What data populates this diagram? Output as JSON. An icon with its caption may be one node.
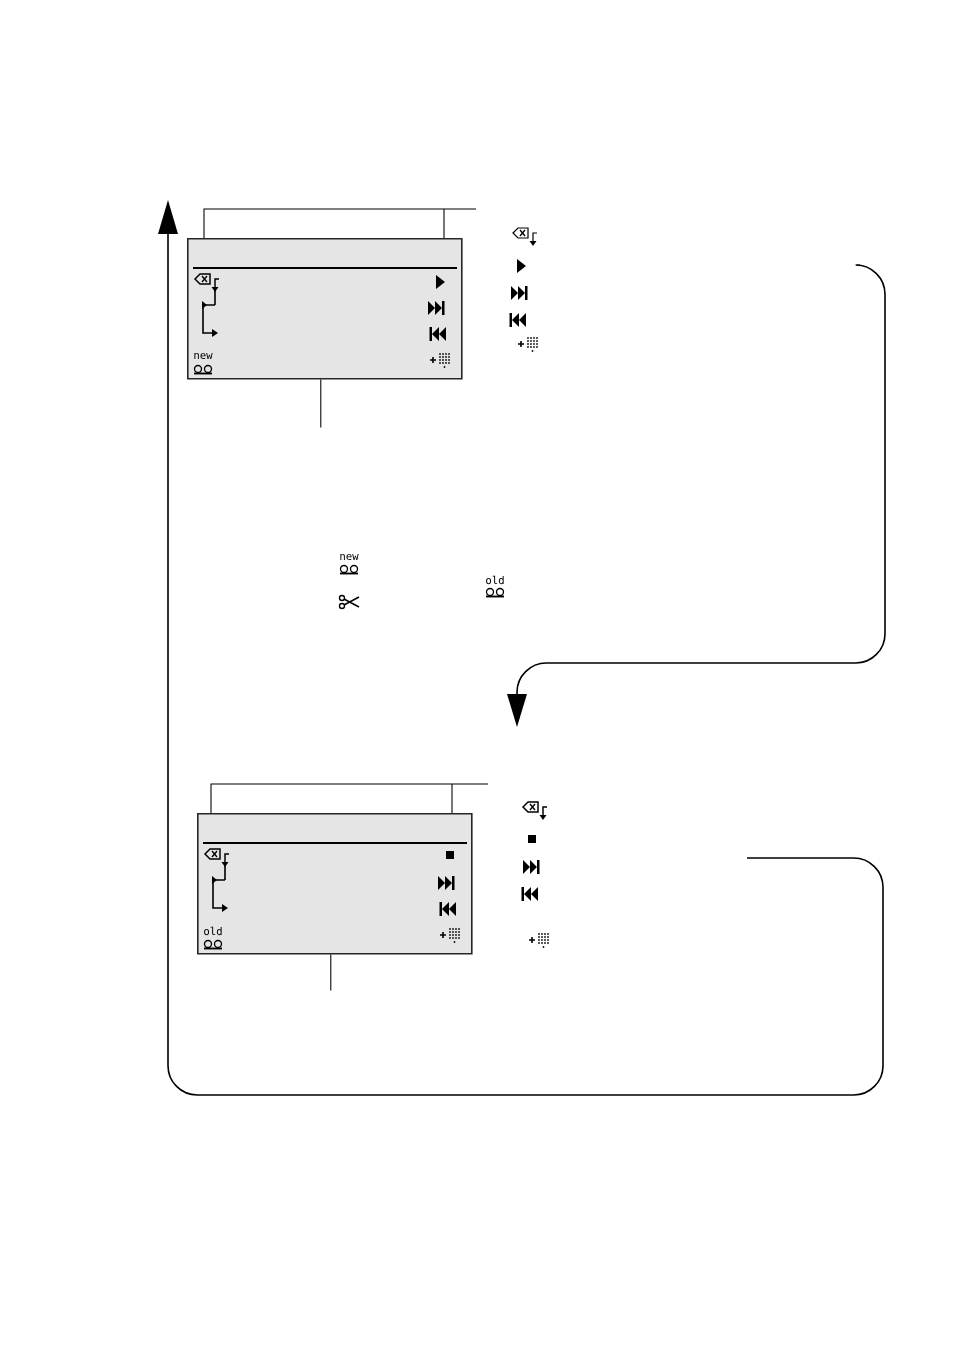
{
  "diagram": {
    "nodes": [
      {
        "text": [
          "new"
        ]
      },
      {
        "text": [
          "old"
        ]
      }
    ],
    "edges": [
      {
        "from": 0,
        "to": null,
        "arrow": "none"
      },
      {
        "from": 1,
        "to": null,
        "arrow": "none"
      }
    ],
    "labels": [
      "new",
      "old"
    ]
  }
}
